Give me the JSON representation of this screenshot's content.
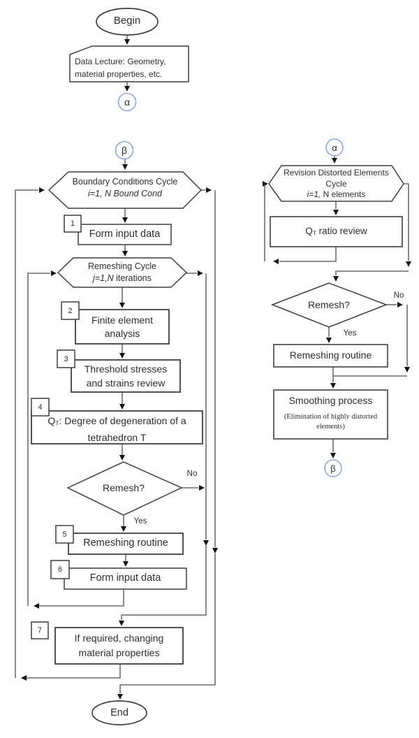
{
  "colors": {
    "line": "#4d4d4d",
    "shape_stroke": "#3f3f3f",
    "arrow": "#151515",
    "connector_circle": "#8eaadb",
    "text": "#2e2e2e"
  },
  "flowchart": {
    "left": {
      "begin_label": "Begin",
      "data_card_line1": "Data Lecture: Geometry,",
      "data_card_line2": "material properties, etc.",
      "alpha_label": "α",
      "beta_label": "β",
      "boundary_hex_line1": "Boundary Conditions Cycle",
      "boundary_hex_line2": "i=1, N Bound Cond",
      "step1_num": "1",
      "step1_label": "Form input data",
      "remesh_hex_line1": "Remeshing Cycle",
      "remesh_hex_line2_italic": "j=1,N",
      "remesh_hex_line2_rest": " iterations",
      "step2_num": "2",
      "step2_line1": "Finite element",
      "step2_line2": "analysis",
      "step3_num": "3",
      "step3_line1": "Threshold stresses",
      "step3_line2": "and strains review",
      "step4_num": "4",
      "step4_q": "Q",
      "step4_sub": "T",
      "step4_rest": ": Degree of degeneration of a",
      "step4_line2": "tetrahedron T",
      "decision_label": "Remesh?",
      "no_label": "No",
      "yes_label": "Yes",
      "step5_num": "5",
      "step5_label": "Remeshing routine",
      "step6_num": "6",
      "step6_label": "Form input data",
      "step7_num": "7",
      "step7_line1": "If required, changing",
      "step7_line2": "material properties",
      "end_label": "End"
    },
    "right": {
      "alpha_label": "α",
      "hex_line1": "Revision Distorted Elements",
      "hex_line2": "Cycle",
      "hex_line3_italic": "i=1,",
      "hex_line3_rest": " N elements",
      "qt_q": "Q",
      "qt_sub": "T",
      "qt_rest": " ratio review",
      "decision_label": "Remesh?",
      "no_label": "No",
      "yes_label": "Yes",
      "remesh_routine_label": "Remeshing routine",
      "smoothing_line1": "Smoothing process",
      "smoothing_line2": "(Elimination of highly distorted",
      "smoothing_line3": "elements)",
      "beta_label": "β"
    }
  }
}
